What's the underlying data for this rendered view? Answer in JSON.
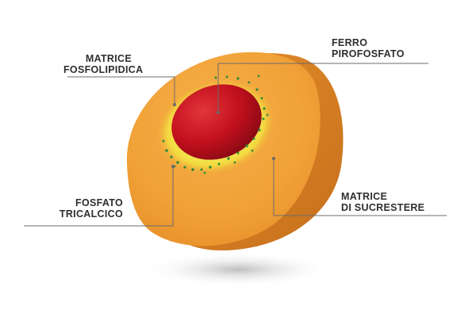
{
  "labels": {
    "matrice_fosfolipidica": [
      "MATRICE",
      "FOSFOLIPIDICA"
    ],
    "ferro_pirofosfato": [
      "FERRO",
      "PIROFOSFATO"
    ],
    "fosfato_tricalcico": [
      "FOSFATO",
      "TRICALCICO"
    ],
    "matrice_sucrestere": [
      "MATRICE",
      "DI SUCRESTERE"
    ]
  },
  "colors": {
    "outer_shell": "#f2a33a",
    "outer_shell_dark": "#d9822a",
    "phospholipid_layer": "#f6e94a",
    "core": "#c3101e",
    "particles": "#2f8a3a",
    "leader_lines": "#6b6b6b"
  }
}
